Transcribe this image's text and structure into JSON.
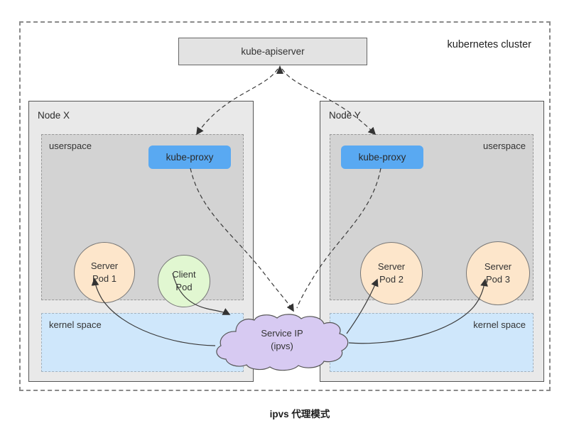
{
  "cluster": {
    "label": "kubernetes cluster",
    "caption": "ipvs 代理模式"
  },
  "apiserver": {
    "label": "kube-apiserver"
  },
  "nodes": [
    {
      "label": "Node X",
      "userspace_label": "userspace",
      "kernel_label": "kernel space",
      "proxy_label": "kube-proxy",
      "pods": [
        {
          "line1": "Server",
          "line2": "Pod 1",
          "type": "server"
        },
        {
          "line1": "Client",
          "line2": "Pod",
          "type": "client"
        }
      ]
    },
    {
      "label": "Node Y",
      "userspace_label": "userspace",
      "kernel_label": "kernel space",
      "proxy_label": "kube-proxy",
      "pods": [
        {
          "line1": "Server",
          "line2": "Pod 2",
          "type": "server"
        },
        {
          "line1": "Server",
          "line2": "Pod 3",
          "type": "server"
        }
      ]
    }
  ],
  "service_cloud": {
    "line1": "Service IP",
    "line2": "(ipvs)"
  },
  "colors": {
    "proxy_blue": "#59a9f2",
    "server_pod_orange": "#fde6cb",
    "client_pod_green": "#e1f7d1",
    "kernel_space_blue": "#cfe7fb",
    "service_cloud_purple": "#d7caf2",
    "node_gray": "#e9e9e9",
    "userspace_gray": "#d3d3d3",
    "box_gray": "#e3e3e3",
    "line_dark": "#3a3a3a"
  }
}
